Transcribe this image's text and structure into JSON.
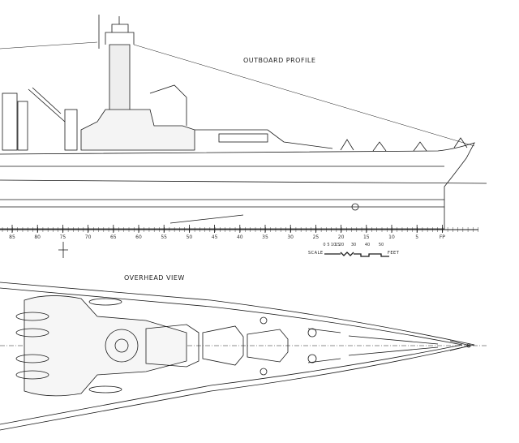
{
  "titles": {
    "profile": "OUTBOARD PROFILE",
    "overhead": "OVERHEAD VIEW"
  },
  "stations": [
    "85",
    "80",
    "75",
    "70",
    "65",
    "60",
    "55",
    "50",
    "45",
    "40",
    "35",
    "30",
    "25",
    "20",
    "15",
    "10",
    "5",
    "FP"
  ],
  "scale": {
    "label": "SCALE",
    "unit": "FEET",
    "ticks": [
      "0",
      "5",
      "10",
      "15",
      "20",
      "30",
      "40",
      "50"
    ]
  },
  "colors": {
    "ink": "#1a1a1a",
    "paper": "#ffffff"
  }
}
